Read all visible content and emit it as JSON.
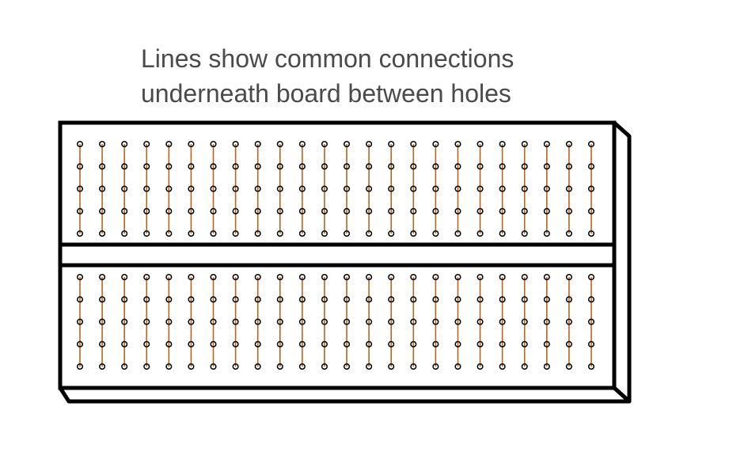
{
  "caption": {
    "line1": "Lines show common connections",
    "line2": "underneath board between holes"
  },
  "board": {
    "halves": 2,
    "columns_per_half": 24,
    "holes_per_column": 5
  },
  "colors": {
    "outline": "#000000",
    "board_fill": "#ffffff",
    "connection_line": "#b5651d",
    "hole_stroke": "#000000"
  }
}
